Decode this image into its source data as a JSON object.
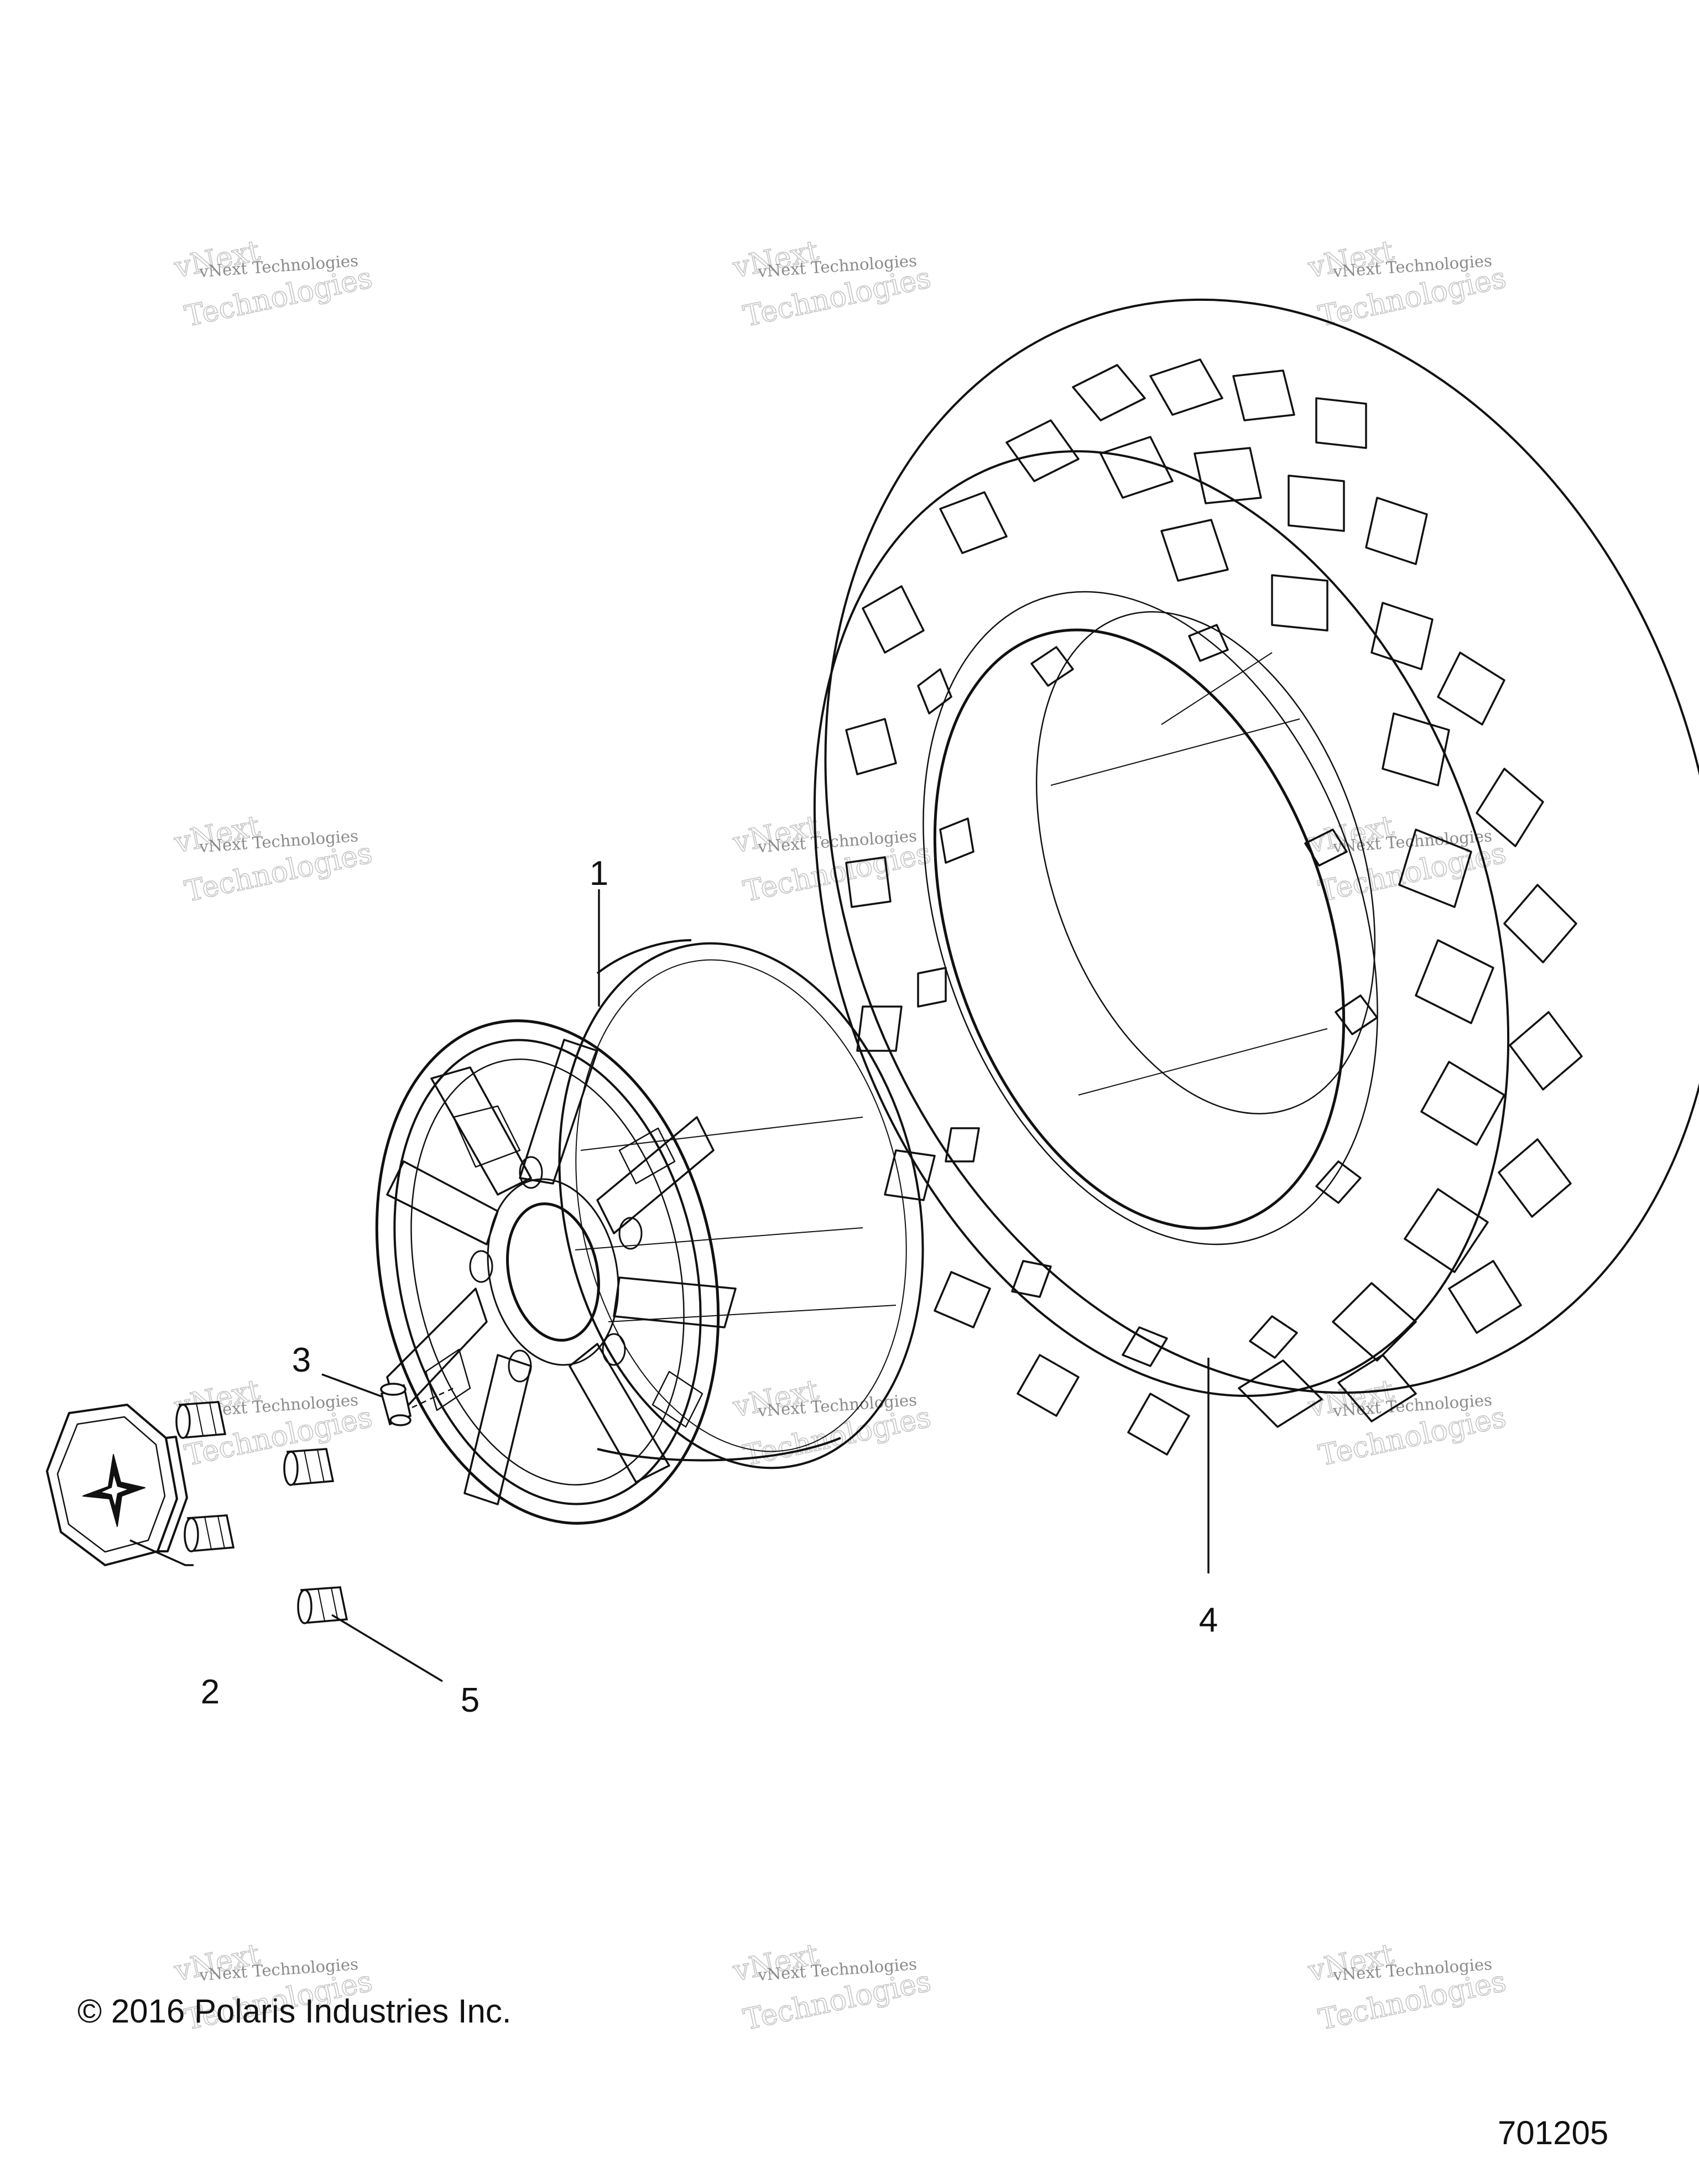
{
  "callouts": [
    {
      "id": "1",
      "label": "1"
    },
    {
      "id": "2",
      "label": "2"
    },
    {
      "id": "3",
      "label": "3"
    },
    {
      "id": "4",
      "label": "4"
    },
    {
      "id": "5",
      "label": "5"
    }
  ],
  "watermark": {
    "line1": "vNext",
    "line2": "vNext Technologies",
    "line3": "Technologies"
  },
  "footer": {
    "copyright": "© 2016 Polaris Industries Inc.",
    "figure_id": "701205"
  },
  "colors": {
    "line": "#111111",
    "watermark": "#8a8a8a"
  }
}
